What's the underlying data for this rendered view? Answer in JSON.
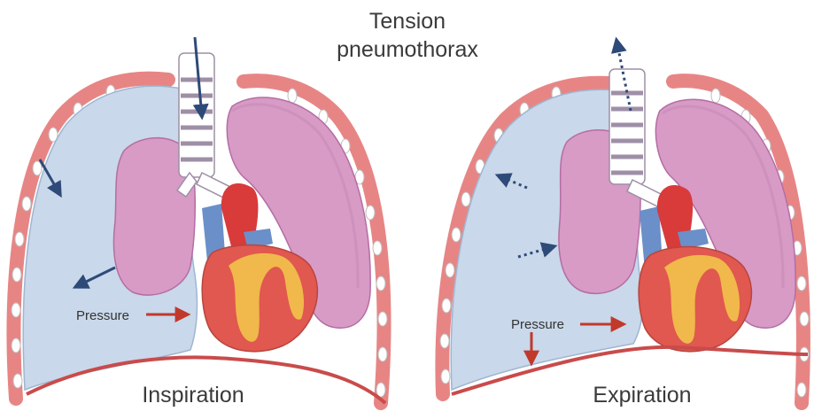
{
  "title": {
    "line1": "Tension",
    "line2": "pneumothorax"
  },
  "panels": {
    "left": {
      "label": "Inspiration",
      "pressure_label": "Pressure"
    },
    "right": {
      "label": "Expiration",
      "pressure_label": "Pressure"
    }
  },
  "colors": {
    "pleural_air": "#c9d8ea",
    "lung": "#d79bc6",
    "lung_edge": "#b56da3",
    "heart": "#e0584f",
    "aorta": "#d93a3a",
    "vena": "#6b8fc9",
    "fat": "#f3c34a",
    "rib_wall": "#e78585",
    "arrow_solid": "#2e4a78",
    "arrow_pressure": "#c0392b",
    "trachea_ring": "#9e8fa6"
  }
}
